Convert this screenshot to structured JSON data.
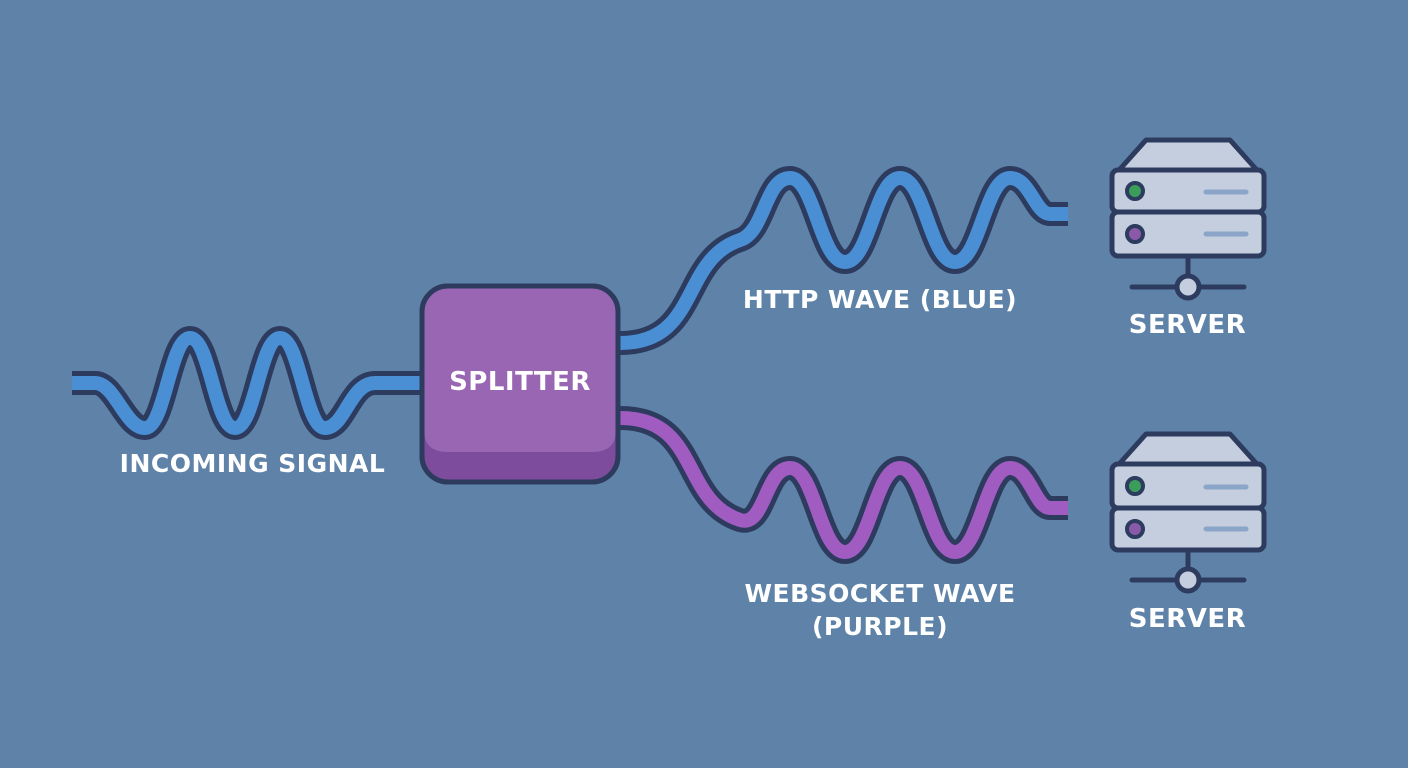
{
  "diagram": {
    "incoming_label": "INCOMING SIGNAL",
    "splitter_label": "SPLITTER",
    "http_label": "HTTP WAVE (BLUE)",
    "websocket_label_line1": "WEBSOCKET WAVE",
    "websocket_label_line2": "(PURPLE)",
    "server_top_label": "SERVER",
    "server_bottom_label": "SERVER"
  },
  "colors": {
    "background": "#5f83a8",
    "outline": "#2d3b5f",
    "http_wave": "#4a8fd4",
    "websocket_wave": "#a05cc0",
    "splitter_fill": "#9966b3",
    "server_fill": "#c5cede",
    "status_green": "#3a9e5a",
    "status_purple": "#8a5aa8"
  },
  "icons": {
    "splitter": "splitter-box-icon",
    "server": "server-rack-icon"
  }
}
